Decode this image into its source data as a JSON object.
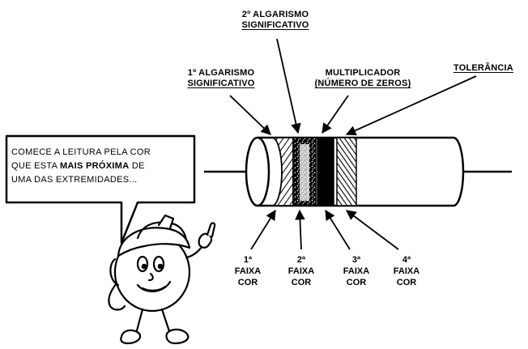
{
  "labels": {
    "alg2_line1": "2º ALGARISMO",
    "alg2_line2": "SIGNIFICATIVO",
    "alg1_line1": "1º ALGARISMO",
    "alg1_line2": "SIGNIFICATIVO",
    "mult_line1": "MULTIPLICADOR",
    "mult_line2": "(NÚMERO DE ZEROS)",
    "tolerance": "TOLERÂNCIA"
  },
  "bands": [
    {
      "ordinal": "1ª",
      "faixa": "FAIXA",
      "cor": "COR"
    },
    {
      "ordinal": "2ª",
      "faixa": "FAIXA",
      "cor": "COR"
    },
    {
      "ordinal": "3ª",
      "faixa": "FAIXA",
      "cor": "COR"
    },
    {
      "ordinal": "4ª",
      "faixa": "FAIXA",
      "cor": "COR"
    }
  ],
  "speech": {
    "line1": "COMECE A LEITURA PELA COR",
    "line2_pre": "QUE ESTA ",
    "line2_bold": "MAIS PRÓXIMA",
    "line2_post": " DE",
    "line3": "UMA DAS EXTREMIDADES..."
  }
}
